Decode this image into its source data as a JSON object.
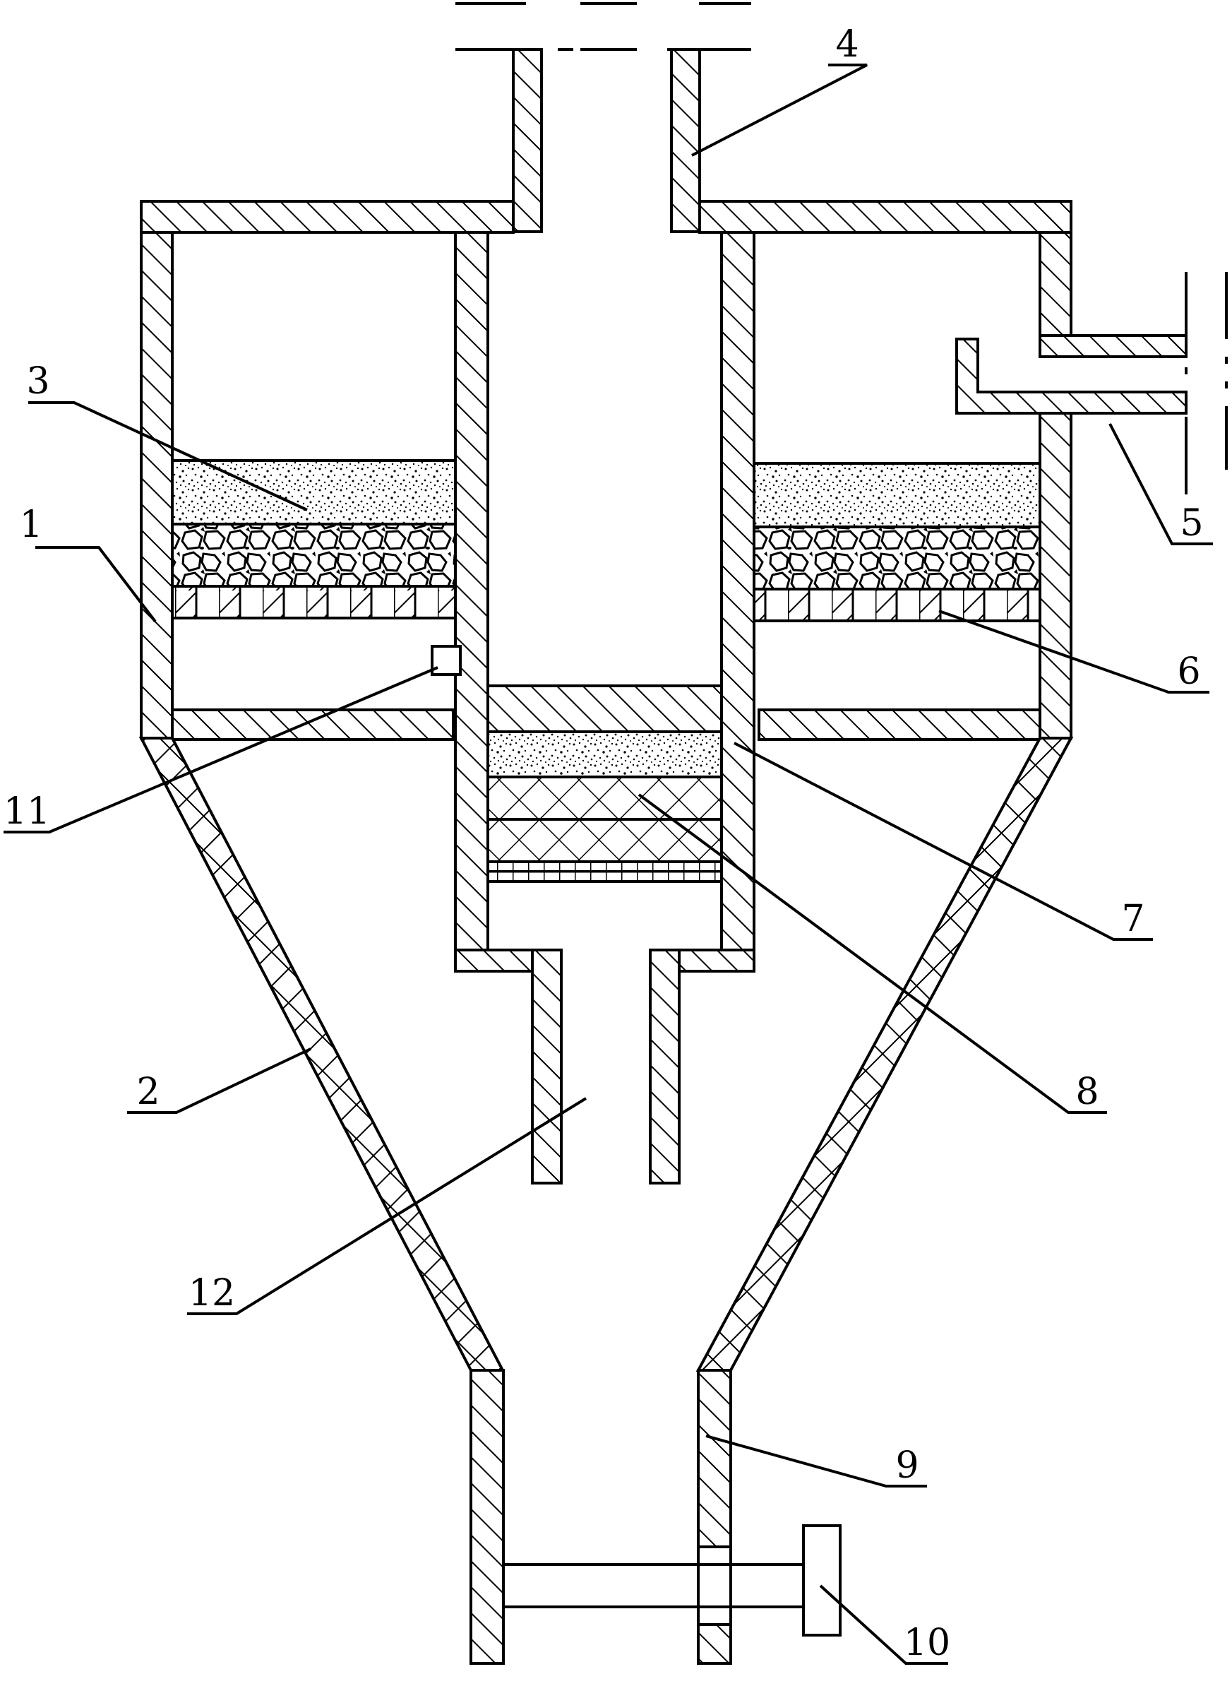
{
  "diagram": {
    "labels": [
      {
        "id": "1",
        "text": "1"
      },
      {
        "id": "2",
        "text": "2"
      },
      {
        "id": "3",
        "text": "3"
      },
      {
        "id": "4",
        "text": "4"
      },
      {
        "id": "5",
        "text": "5"
      },
      {
        "id": "6",
        "text": "6"
      },
      {
        "id": "7",
        "text": "7"
      },
      {
        "id": "8",
        "text": "8"
      },
      {
        "id": "9",
        "text": "9"
      },
      {
        "id": "10",
        "text": "10"
      },
      {
        "id": "11",
        "text": "11"
      },
      {
        "id": "12",
        "text": "12"
      }
    ]
  },
  "colors": {
    "line": "#000000",
    "background": "#ffffff"
  }
}
